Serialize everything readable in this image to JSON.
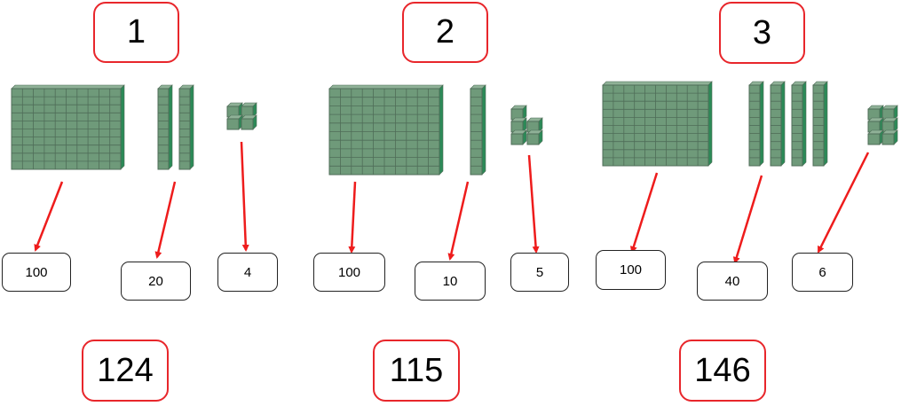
{
  "colors": {
    "cube_face": "#6f9a7a",
    "cube_side": "#2b8a57",
    "cube_edge": "#4f6d58",
    "arrow": "#ee1c1c",
    "box_border": "#e8262b"
  },
  "groups": [
    {
      "label": "1",
      "hundreds": 1,
      "tens": 2,
      "ones": 4,
      "values": [
        "100",
        "20",
        "4"
      ],
      "total": "124"
    },
    {
      "label": "2",
      "hundreds": 1,
      "tens": 1,
      "ones": 5,
      "values": [
        "100",
        "10",
        "5"
      ],
      "total": "115"
    },
    {
      "label": "3",
      "hundreds": 1,
      "tens": 4,
      "ones": 6,
      "values": [
        "100",
        "40",
        "6"
      ],
      "total": "146"
    }
  ]
}
